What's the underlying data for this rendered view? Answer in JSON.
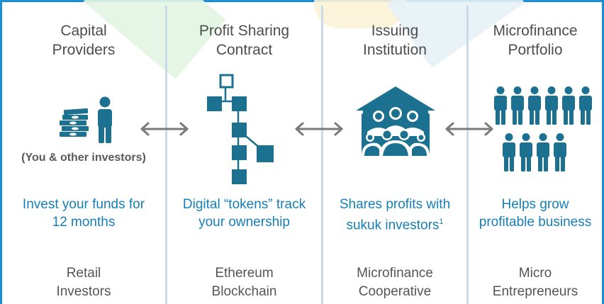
{
  "columns": [
    {
      "title_line1": "Capital",
      "title_line2": "Providers",
      "subtitle": "(You & other investors)",
      "desc_line1": "Invest your funds for",
      "desc_line2": "12 months",
      "bottom_line1": "Retail",
      "bottom_line2": "Investors",
      "icon": "money-person-icon"
    },
    {
      "title_line1": "Profit Sharing",
      "title_line2": "Contract",
      "desc_line1": "Digital “tokens” track",
      "desc_line2": "your ownership",
      "bottom_line1": "Ethereum",
      "bottom_line2": "Blockchain",
      "icon": "blockchain-icon"
    },
    {
      "title_line1": "Issuing",
      "title_line2": "Institution",
      "desc_line1": "Shares profits with",
      "desc_line2": "sukuk investors",
      "desc_sup": "1",
      "bottom_line1": "Microfinance",
      "bottom_line2": "Cooperative",
      "icon": "cooperative-house-icon"
    },
    {
      "title_line1": "Microfinance",
      "title_line2": "Portfolio",
      "desc_line1": "Helps grow",
      "desc_line2": "profitable business",
      "bottom_line1": "Micro",
      "bottom_line2": "Entrepreneurs",
      "icon": "people-group-icon"
    }
  ],
  "colors": {
    "accent": "#167fb8",
    "icon_fill": "#1c7191",
    "arrow": "#7a7a7a",
    "frame": "#1a8fd6"
  }
}
